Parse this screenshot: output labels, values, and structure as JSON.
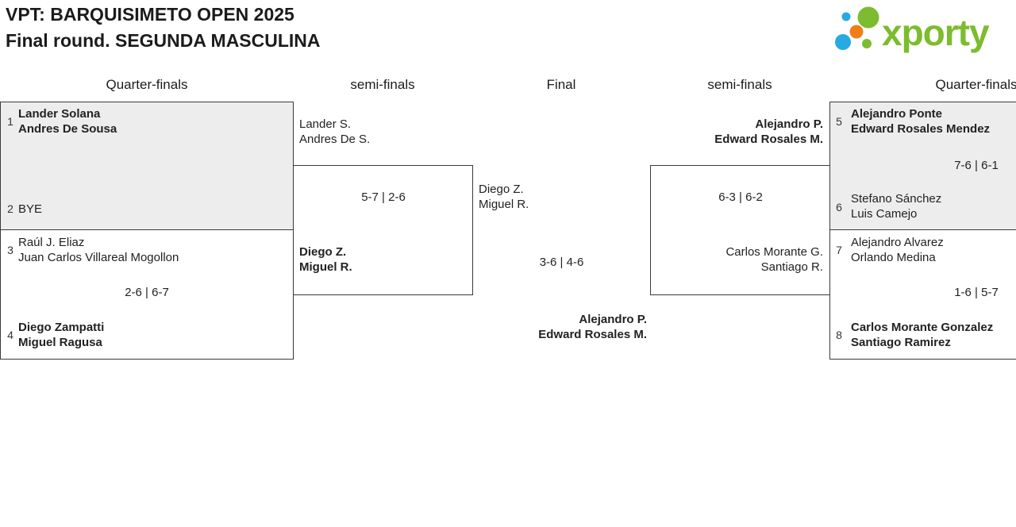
{
  "header": {
    "title_line1": "VPT: BARQUISIMETO OPEN 2025",
    "title_line2": "Final round. SEGUNDA MASCULINA"
  },
  "logo": {
    "text": "xporty",
    "green": "#7cbc2e",
    "blue": "#29a9e1",
    "orange": "#ef7d1a"
  },
  "round_headers": {
    "qf_left": "Quarter-finals",
    "sf_left": "semi-finals",
    "final": "Final",
    "sf_right": "semi-finals",
    "qf_right": "Quarter-finals"
  },
  "matches": {
    "qf_left_1": {
      "seed_top": "1",
      "top_line1": "Lander Solana",
      "top_line2": "Andres De Sousa",
      "seed_bottom": "2",
      "bottom_line1": "BYE"
    },
    "qf_left_2": {
      "seed_top": "3",
      "top_line1": "Raúl J. Eliaz",
      "top_line2": "Juan Carlos Villareal Mogollon",
      "score": "2-6 | 6-7",
      "seed_bottom": "4",
      "bottom_line1": "Diego Zampatti",
      "bottom_line2": "Miguel Ragusa"
    },
    "sf_left": {
      "top_line1": "Lander S.",
      "top_line2": "Andres De S.",
      "score": "5-7 | 2-6",
      "bottom_line1": "Diego Z.",
      "bottom_line2": "Miguel R."
    },
    "final": {
      "top_line1": "Diego Z.",
      "top_line2": "Miguel R.",
      "score": "3-6 | 4-6",
      "bottom_line1": "Alejandro P.",
      "bottom_line2": "Edward Rosales M."
    },
    "sf_right": {
      "top_line1": "Alejandro P.",
      "top_line2": "Edward Rosales M.",
      "score": "6-3 | 6-2",
      "bottom_line1": "Carlos Morante G.",
      "bottom_line2": "Santiago R."
    },
    "qf_right_1": {
      "seed_top": "5",
      "top_line1": "Alejandro Ponte",
      "top_line2": "Edward Rosales Mendez",
      "score": "7-6 | 6-1",
      "seed_bottom": "6",
      "bottom_line1": "Stefano Sánchez",
      "bottom_line2": "Luis Camejo"
    },
    "qf_right_2": {
      "seed_top": "7",
      "top_line1": "Alejandro Alvarez",
      "top_line2": "Orlando Medina",
      "score": "1-6 | 5-7",
      "seed_bottom": "8",
      "bottom_line1": "Carlos Morante Gonzalez",
      "bottom_line2": "Santiago Ramirez"
    }
  }
}
